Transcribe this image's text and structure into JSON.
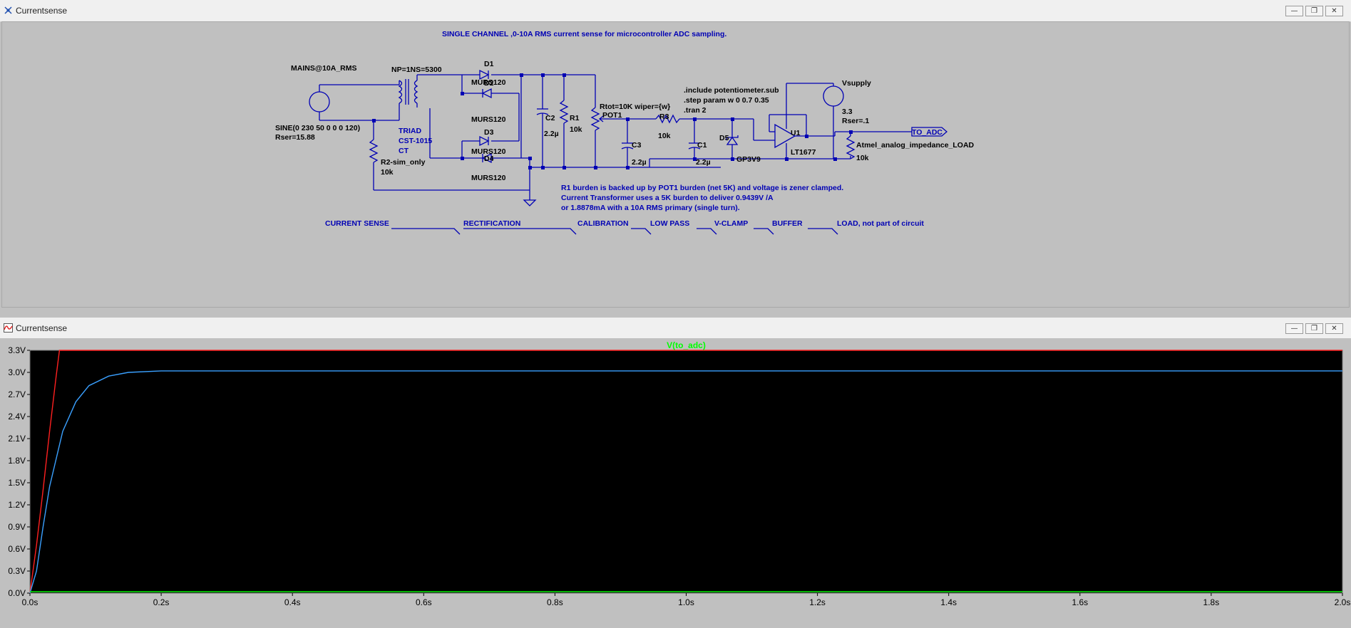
{
  "schematic_window": {
    "title": "Currentsense",
    "buttons": {
      "minimize": "—",
      "restore": "❐",
      "close": "✕"
    }
  },
  "waveform_window": {
    "title": "Currentsense",
    "buttons": {
      "minimize": "—",
      "restore": "❐",
      "close": "✕"
    }
  },
  "schematic": {
    "title_note": "SINGLE CHANNEL ,0-10A RMS current sense for microcontroller ADC sampling.",
    "source_name": "MAINS@10A_RMS",
    "source_value": "SINE(0 230 50 0 0 0 120)",
    "source_rser": "Rser=15.88",
    "transformer_ratio": "NP=1NS=5300",
    "transformer_model": [
      "TRIAD",
      "CST-1015",
      "CT"
    ],
    "diodes": [
      {
        "name": "D1",
        "model": "MURS120"
      },
      {
        "name": "D2",
        "model": "MURS120"
      },
      {
        "name": "D3",
        "model": "MURS120"
      },
      {
        "name": "D4",
        "model": "MURS120"
      }
    ],
    "r2_name": "R2-sim_only",
    "r2_value": "10k",
    "c2_name": "C2",
    "c2_value": "2.2µ",
    "r1_name": "R1",
    "r1_value": "10k",
    "pot_param": "Rtot=10K wiper={w}",
    "pot_name": "POT1",
    "r3_name": "R3",
    "r3_value": "10k",
    "c3_name": "C3",
    "c3_value": "2.2µ",
    "c1_name": "C1",
    "c1_value": "2.2µ",
    "d5_name": "D5",
    "d5_model": "GP3V9",
    "directives": [
      ".include potentiometer.sub",
      ".step param w 0 0.7 0.35",
      ".tran 2"
    ],
    "opamp_name": "U1",
    "opamp_model": "LT1677",
    "vsupply_name": "Vsupply",
    "vsupply_value": "3.3",
    "vsupply_rser": "Rser=.1",
    "load_name": "Atmel_analog_impedance_LOAD",
    "load_value": "10k",
    "output_label": "TO_ADC",
    "notes": [
      "R1 burden is backed up by POT1 burden (net 5K) and voltage is zener clamped.",
      "Current Transformer uses a 5K burden to deliver 0.9439V /A",
      "or 1.8878mA with a 10A RMS primary (single turn)."
    ],
    "stages": [
      "CURRENT SENSE",
      "RECTIFICATION",
      "CALIBRATION",
      "LOW PASS",
      "V-CLAMP",
      "BUFFER",
      "LOAD, not part of circuit"
    ]
  },
  "chart_data": {
    "type": "line",
    "title": "V(to_adc)",
    "xlabel": "",
    "ylabel": "",
    "x_ticks": [
      "0.0s",
      "0.2s",
      "0.4s",
      "0.6s",
      "0.8s",
      "1.0s",
      "1.2s",
      "1.4s",
      "1.6s",
      "1.8s",
      "2.0s"
    ],
    "y_ticks": [
      "0.0V",
      "0.3V",
      "0.6V",
      "0.9V",
      "1.2V",
      "1.5V",
      "1.8V",
      "2.1V",
      "2.4V",
      "2.7V",
      "3.0V",
      "3.3V"
    ],
    "xlim": [
      0,
      2.0
    ],
    "ylim": [
      0,
      3.3
    ],
    "colors": {
      "background": "#000000",
      "red": "#ff2020",
      "blue": "#3aa0ff",
      "green": "#00ff00",
      "title": "#00ff00"
    },
    "series": [
      {
        "color": "#ff2020",
        "x": [
          0,
          0.01,
          0.02,
          0.03,
          0.04,
          0.045,
          2.0
        ],
        "y": [
          0,
          0.65,
          1.4,
          2.2,
          2.95,
          3.3,
          3.3
        ]
      },
      {
        "color": "#3aa0ff",
        "x": [
          0,
          0.01,
          0.02,
          0.03,
          0.05,
          0.07,
          0.09,
          0.12,
          0.15,
          0.2,
          0.3,
          2.0
        ],
        "y": [
          0,
          0.3,
          0.9,
          1.45,
          2.2,
          2.6,
          2.82,
          2.95,
          3.0,
          3.02,
          3.02,
          3.02
        ]
      },
      {
        "color": "#00ff00",
        "x": [
          0,
          2.0
        ],
        "y": [
          0.02,
          0.02
        ]
      }
    ]
  }
}
